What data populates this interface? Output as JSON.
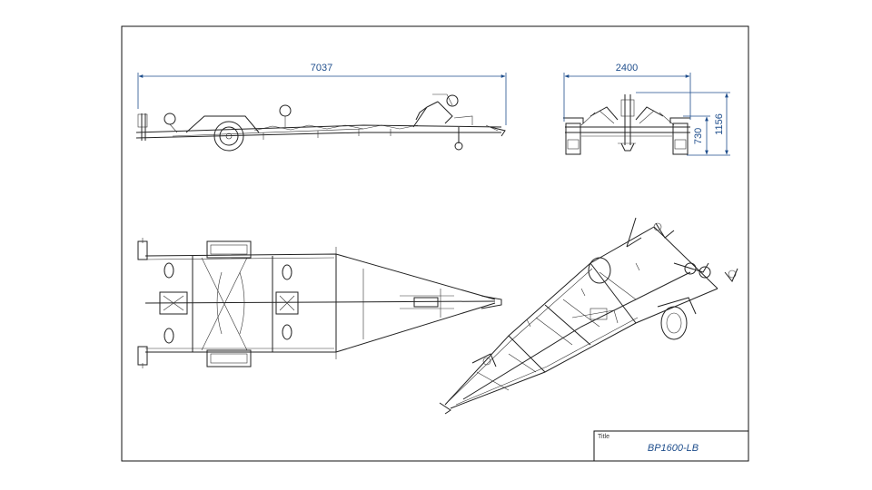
{
  "dimensions": {
    "side_length": "7037",
    "rear_width": "2400",
    "rear_height_inner": "730",
    "rear_height_total": "1156"
  },
  "title_block": {
    "label": "Title",
    "value": "BP1600-LB"
  },
  "colors": {
    "dimension": "#1f4e8c",
    "linework": "#222222",
    "background": "#ffffff"
  }
}
